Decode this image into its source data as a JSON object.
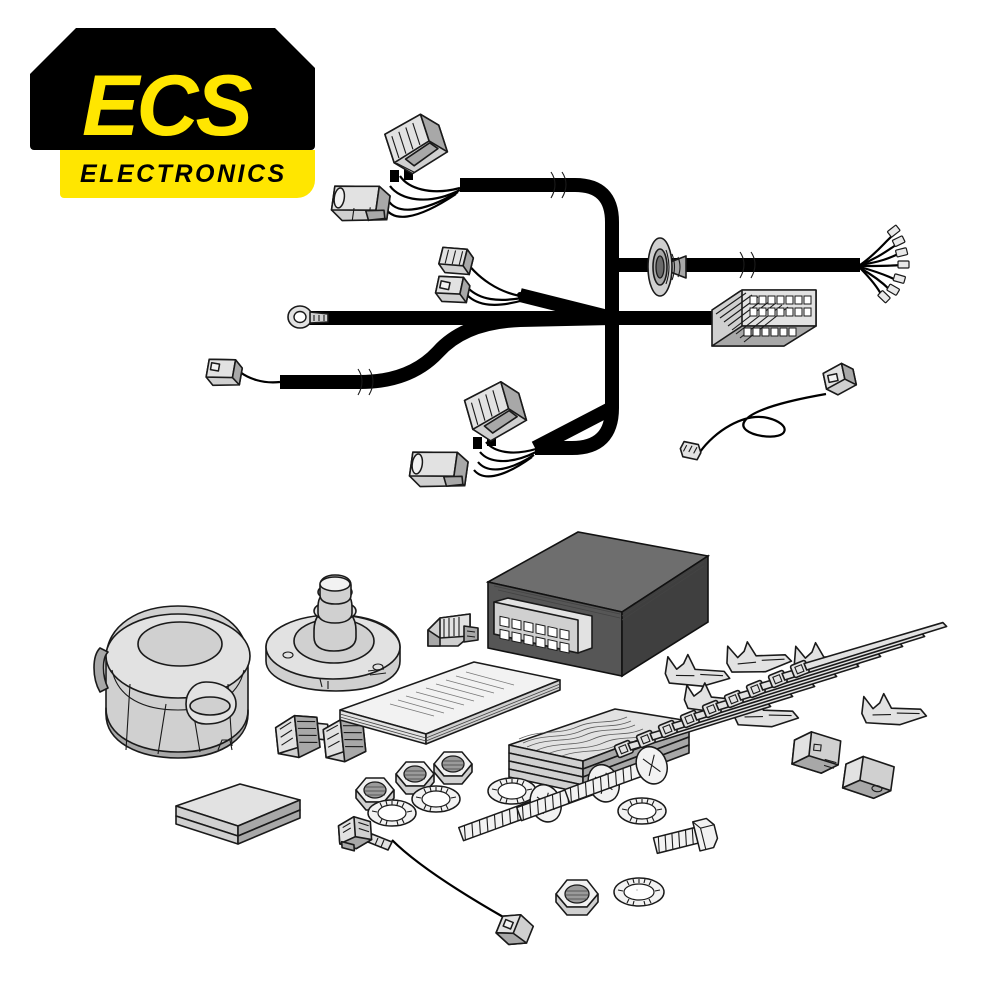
{
  "product": {
    "brand_logo": {
      "wordmark": "ECS",
      "subtitle": "ELECTRONICS",
      "background_color": "#000000",
      "wordmark_color": "#FFE600",
      "band_color": "#FFE600",
      "subtitle_color": "#000000"
    },
    "title": "ECS Electronics towbar wiring kit",
    "colors": {
      "wire": "#000000",
      "plastic_light": "#e2e2e2",
      "plastic_mid": "#d0d0d0",
      "plastic_dark": "#a8a8a8",
      "module_top": "#6e6e6e",
      "module_front": "#565656",
      "module_side": "#3f3f3f",
      "metal": "#f2f2f2",
      "outline": "#1a1a1a",
      "background": "#ffffff"
    }
  },
  "harness": {
    "name": "vehicle-specific wiring harness",
    "branches": [
      {
        "id": "upper-left-branch",
        "label": "upper left connector branch"
      },
      {
        "id": "mid-left-branch",
        "label": "middle left twin connector branch"
      },
      {
        "id": "earth-branch",
        "label": "earth / ring terminal branch"
      },
      {
        "id": "lower-left-branch",
        "label": "lower left single connector branch"
      },
      {
        "id": "lower-mid-branch",
        "label": "lower middle twin connector branch"
      },
      {
        "id": "grommet-branch",
        "label": "grommet branch to loose wire ends"
      },
      {
        "id": "ecu-branch",
        "label": "branch to multi-pin vehicle connector"
      }
    ],
    "components": [
      {
        "id": "connector-upper-a",
        "label": "large grey multi-way connector"
      },
      {
        "id": "connector-upper-b",
        "label": "grey 2-way connector"
      },
      {
        "id": "connector-mid-a",
        "label": "small grey connector"
      },
      {
        "id": "connector-mid-b",
        "label": "small grey connector"
      },
      {
        "id": "ring-terminal",
        "label": "earth ring terminal eyelet"
      },
      {
        "id": "connector-lower-left",
        "label": "small grey blade connector"
      },
      {
        "id": "connector-lower-a",
        "label": "large grey multi-way connector"
      },
      {
        "id": "connector-lower-b",
        "label": "grey 2-way connector"
      },
      {
        "id": "rubber-grommet",
        "label": "rubber bulkhead grommet"
      },
      {
        "id": "loose-wire-ends",
        "label": "seven loose wire ends with crimp terminals"
      },
      {
        "id": "vehicle-plug",
        "label": "multi-pin vehicle interface plug"
      },
      {
        "id": "loose-lead",
        "label": "separate loose lead with connector and terminal"
      }
    ],
    "break_marks": 4
  },
  "kit_items": [
    {
      "id": "socket-housing",
      "label": "13-pin socket housing",
      "qty": 1
    },
    {
      "id": "socket-base",
      "label": "socket mounting base with gland",
      "qty": 1
    },
    {
      "id": "control-module",
      "label": "electronic control module",
      "qty": 1
    },
    {
      "id": "fuse-holder",
      "label": "fuse / relay holder",
      "qty": 1
    },
    {
      "id": "connector-blocks",
      "label": "pair of multi-pin connector blocks",
      "qty": 2
    },
    {
      "id": "manual-stack",
      "label": "instruction manual sheets",
      "qty": 1
    },
    {
      "id": "foam-pad-small",
      "label": "small foam mounting pad",
      "qty": 1
    },
    {
      "id": "insulation-stack",
      "label": "stack of insulation pads",
      "qty": 1
    },
    {
      "id": "crimp-terminals",
      "label": "crimp terminals",
      "qty": 6
    },
    {
      "id": "connector-housings",
      "label": "spare connector housings",
      "qty": 2
    },
    {
      "id": "cable-ties",
      "label": "cable ties",
      "qty": 9
    },
    {
      "id": "hex-nuts",
      "label": "hex nuts",
      "qty": 4
    },
    {
      "id": "lock-washers",
      "label": "serrated lock washers",
      "qty": 5
    },
    {
      "id": "pan-head-screws",
      "label": "pan head Phillips screws",
      "qty": 3
    },
    {
      "id": "hex-bolt",
      "label": "hex head bolt",
      "qty": 1
    },
    {
      "id": "earth-lead",
      "label": "earth lead with eyelet and connector",
      "qty": 1
    }
  ]
}
